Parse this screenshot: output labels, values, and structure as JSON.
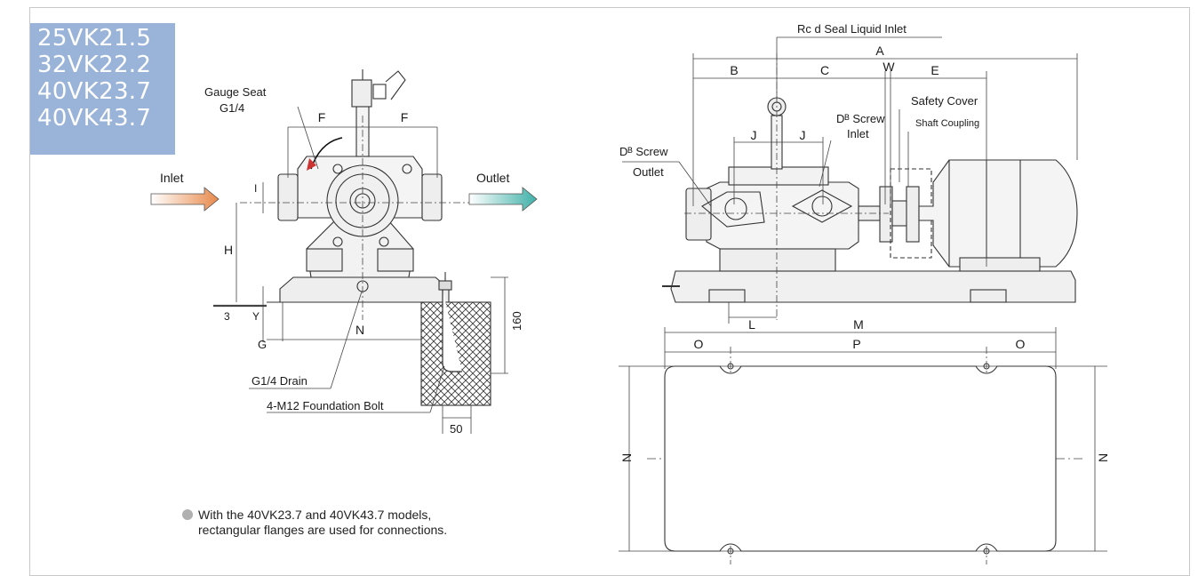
{
  "models": [
    "25VK21.5",
    "32VK22.2",
    "40VK23.7",
    "40VK43.7"
  ],
  "left_view": {
    "gauge_seat": "Gauge Seat",
    "gauge_seat_size": "G1/4",
    "inlet": "Inlet",
    "outlet": "Outlet",
    "dim_f": "F",
    "dim_i": "I",
    "dim_h": "H",
    "dim_3": "3",
    "dim_y": "Y",
    "dim_g": "G",
    "dim_n": "N",
    "dim_160": "160",
    "dim_50": "50",
    "drain": "G1/4 Drain",
    "foundation_bolt": "4-M12 Foundation Bolt"
  },
  "right_view": {
    "seal_inlet": "Rc d Seal Liquid Inlet",
    "dim_a": "A",
    "dim_b": "B",
    "dim_c": "C",
    "dim_w": "W",
    "dim_e": "E",
    "dim_j": "J",
    "dim_l": "L",
    "dim_m": "M",
    "dim_o": "O",
    "dim_p": "P",
    "dim_n": "N",
    "safety_cover": "Safety Cover",
    "shaft_coupling": "Shaft Coupling",
    "screw_inlet_1": "Dᴮ Screw",
    "screw_inlet_2": "Inlet",
    "screw_outlet_1": "Dᴮ Screw",
    "screw_outlet_2": "Outlet"
  },
  "note": {
    "line1": "With the 40VK23.7 and 40VK43.7 models,",
    "line2": "rectangular flanges are used for connections."
  },
  "colors": {
    "model_box": "#9ab3d9",
    "inlet_arrow": "#e8894a",
    "outlet_arrow": "#3fb0a8"
  }
}
